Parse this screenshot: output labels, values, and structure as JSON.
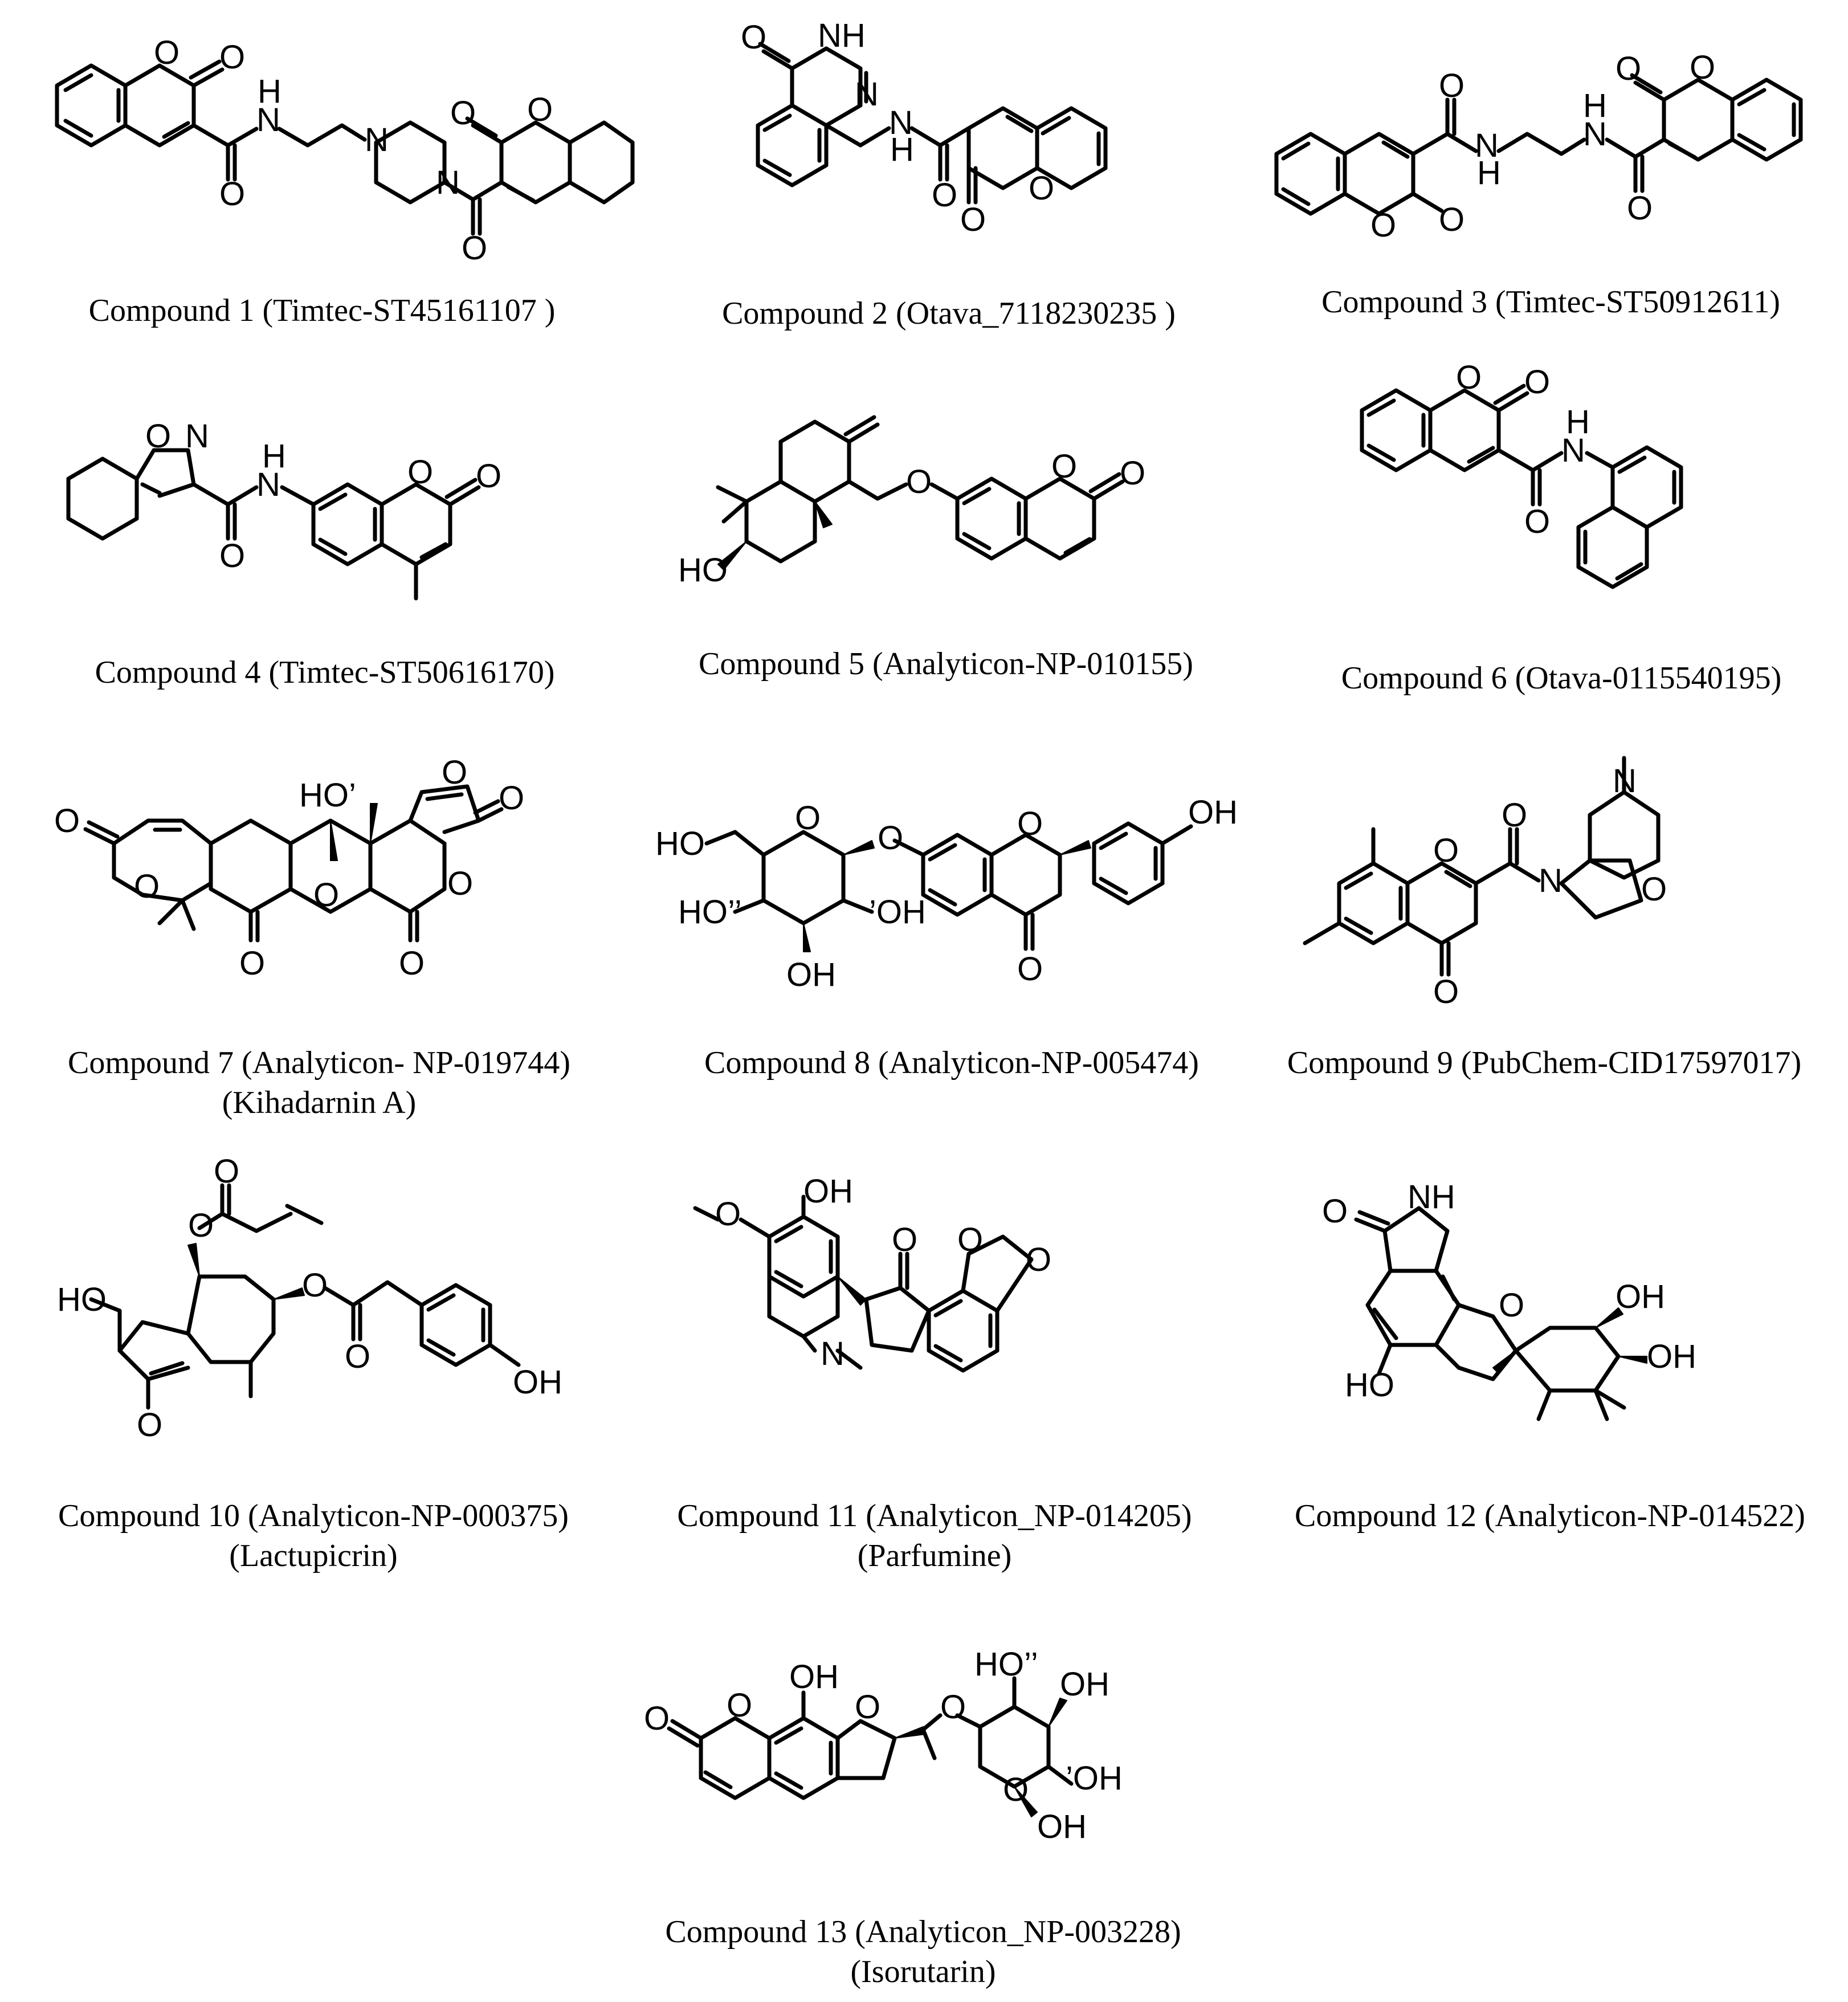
{
  "compounds": [
    {
      "label": "Compound 1 (Timtec-ST45161107 )",
      "name": ""
    },
    {
      "label": "Compound 2 (Otava_7118230235 )",
      "name": ""
    },
    {
      "label": "Compound 3 (Timtec-ST50912611)",
      "name": ""
    },
    {
      "label": "Compound 4 (Timtec-ST50616170)",
      "name": ""
    },
    {
      "label": "Compound 5 (Analyticon-NP-010155)",
      "name": ""
    },
    {
      "label": "Compound 6 (Otava-0115540195)",
      "name": ""
    },
    {
      "label": "Compound 7 (Analyticon- NP-019744)",
      "name": "(Kihadarnin A)"
    },
    {
      "label": "Compound 8 (Analyticon-NP-005474)",
      "name": ""
    },
    {
      "label": "Compound 9 (PubChem-CID17597017)",
      "name": ""
    },
    {
      "label": "Compound 10 (Analyticon-NP-000375)",
      "name": "(Lactupicrin)"
    },
    {
      "label": "Compound 11 (Analyticon_NP-014205)",
      "name": "(Parfumine)"
    },
    {
      "label": "Compound 12 (Analyticon-NP-014522)",
      "name": ""
    },
    {
      "label": "Compound 13 (Analyticon_NP-003228)",
      "name": "(Isorutarin)"
    }
  ],
  "atom_labels": {
    "O": "O",
    "N": "N",
    "H": "H",
    "NH": "NH",
    "HN": "HN",
    "HO": "HO",
    "OH": "OH",
    "HO_w": "HO’",
    "HO_hash": "HO’’",
    "OH_hash": "’OH"
  }
}
